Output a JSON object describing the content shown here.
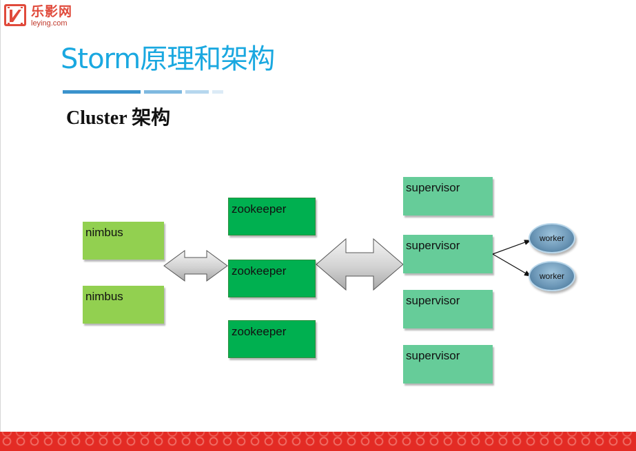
{
  "logo": {
    "cn": "乐影网",
    "en": "leying.com"
  },
  "title": "Storm原理和架构",
  "subtitle": "Cluster 架构",
  "nodes": {
    "nimbus": [
      "nimbus",
      "nimbus"
    ],
    "zookeeper": [
      "zookeeper",
      "zookeeper",
      "zookeeper"
    ],
    "supervisor": [
      "supervisor",
      "supervisor",
      "supervisor",
      "supervisor"
    ],
    "worker": [
      "worker",
      "worker"
    ]
  },
  "colors": {
    "title": "#1aa8e0",
    "nimbus": "#92d050",
    "zookeeper": "#00b050",
    "supervisor": "#66cc99",
    "worker": "#6d98b8",
    "footer": "#e32b24",
    "logo": "#e04a3b"
  }
}
